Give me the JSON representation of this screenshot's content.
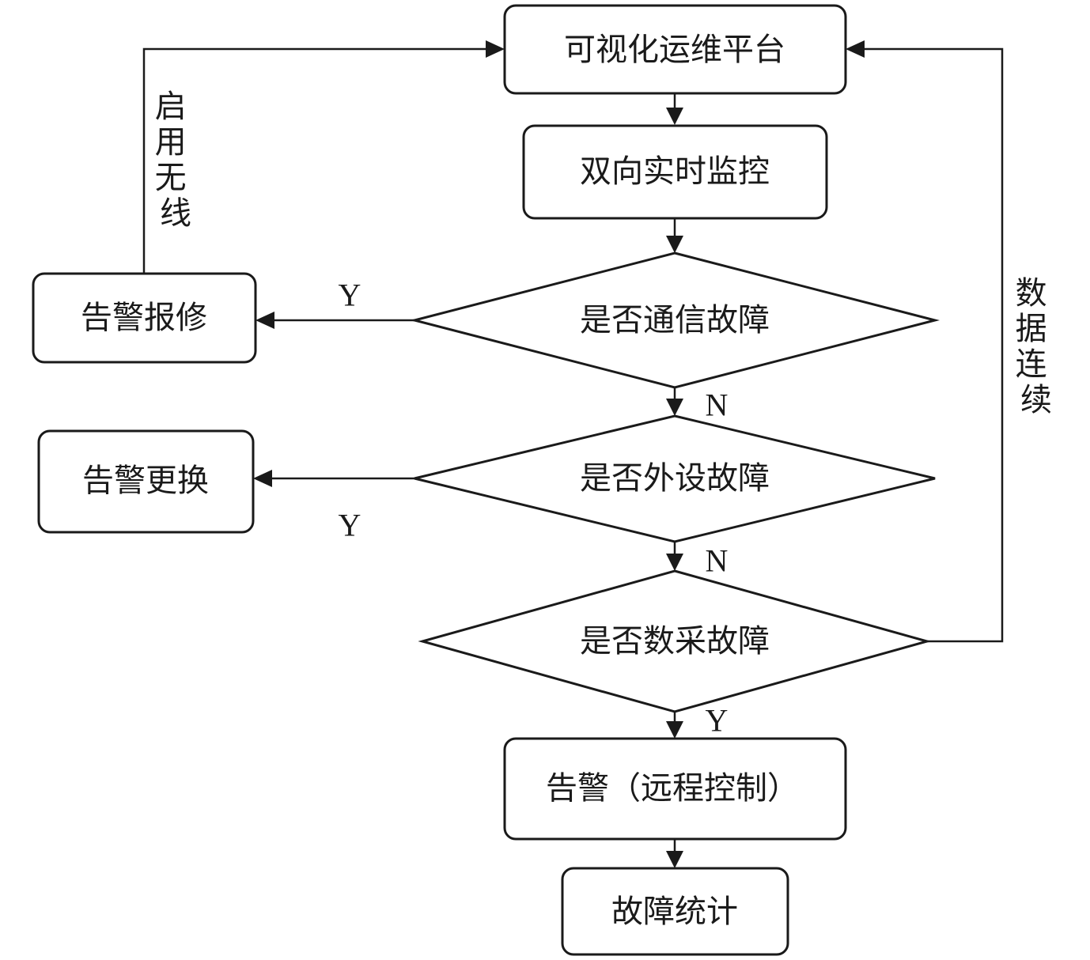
{
  "nodes": {
    "platform": "可视化运维平台",
    "monitor": "双向实时监控",
    "comm_fault": "是否通信故障",
    "periph_fault": "是否外设故障",
    "daq_fault": "是否数采故障",
    "alarm_repair": "告警报修",
    "alarm_replace": "告警更换",
    "alarm_remote": "告警（远程控制）",
    "fault_stats": "故障统计"
  },
  "edge_labels": {
    "comm_yes": "Y",
    "comm_no": "N",
    "periph_yes": "Y",
    "periph_no": "N",
    "daq_yes": "Y",
    "enable_wireless": "启用无线",
    "data_continuous": "数据连续"
  }
}
